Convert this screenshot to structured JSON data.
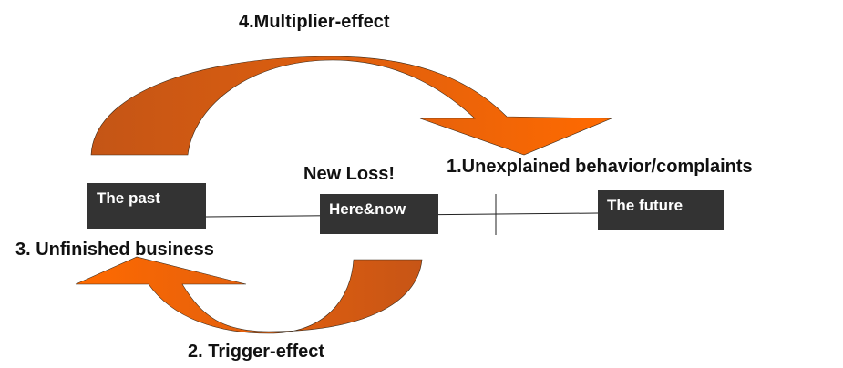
{
  "labels": {
    "multiplier": "4.Multiplier-effect",
    "new_loss": "New Loss!",
    "unexplained": "1.Unexplained behavior/complaints",
    "unfinished": "3. Unfinished business",
    "trigger": "2. Trigger-effect"
  },
  "boxes": {
    "past": "The past",
    "here_now": "Here&now",
    "future": "The future"
  },
  "colors": {
    "arrow_dark": "#C85A17",
    "arrow_light": "#FF6600",
    "box_fill": "#333333",
    "box_text": "#FFFFFF",
    "text": "#111111"
  }
}
